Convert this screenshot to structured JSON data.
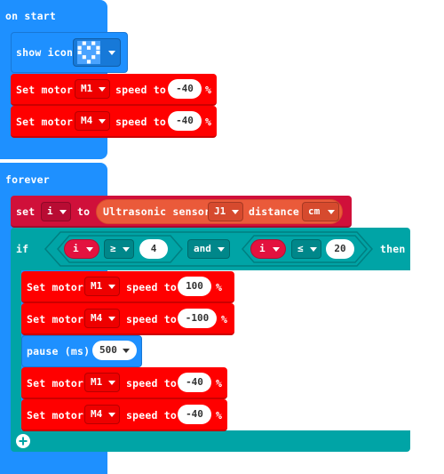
{
  "on_start": {
    "hat_label": "on start",
    "show_icon_label": "show icon",
    "motor_blocks": [
      {
        "label": "Set motor",
        "motor": "M1",
        "speed_label": "speed to",
        "value": "-40",
        "unit": "%"
      },
      {
        "label": "Set motor",
        "motor": "M4",
        "speed_label": "speed to",
        "value": "-40",
        "unit": "%"
      }
    ]
  },
  "forever": {
    "hat_label": "forever",
    "set_block": {
      "set_label": "set",
      "variable": "i",
      "to_label": "to",
      "sensor_label": "Ultrasonic sensor",
      "port": "J1",
      "distance_label": "distance",
      "unit": "cm"
    },
    "if_block": {
      "if_label": "if",
      "then_label": "then",
      "left_var": "i",
      "left_op": "≥",
      "left_value": "4",
      "logic_op": "and",
      "right_var": "i",
      "right_op": "≤",
      "right_value": "20",
      "body_blocks": [
        {
          "label": "Set motor",
          "motor": "M1",
          "speed_label": "speed to",
          "value": "100",
          "unit": "%"
        },
        {
          "label": "Set motor",
          "motor": "M4",
          "speed_label": "speed to",
          "value": "-100",
          "unit": "%"
        }
      ],
      "pause": {
        "label": "pause (ms)",
        "value": "500"
      },
      "body_blocks_2": [
        {
          "label": "Set motor",
          "motor": "M1",
          "speed_label": "speed to",
          "value": "-40",
          "unit": "%"
        },
        {
          "label": "Set motor",
          "motor": "M4",
          "speed_label": "speed to",
          "value": "-40",
          "unit": "%"
        }
      ]
    }
  },
  "colors": {
    "basic_blue": "#1e90ff",
    "motor_red": "#ff0000",
    "logic_teal": "#00a4a6",
    "variables_crimson": "#d0103a",
    "sensor_orange": "#ea5a3a"
  }
}
